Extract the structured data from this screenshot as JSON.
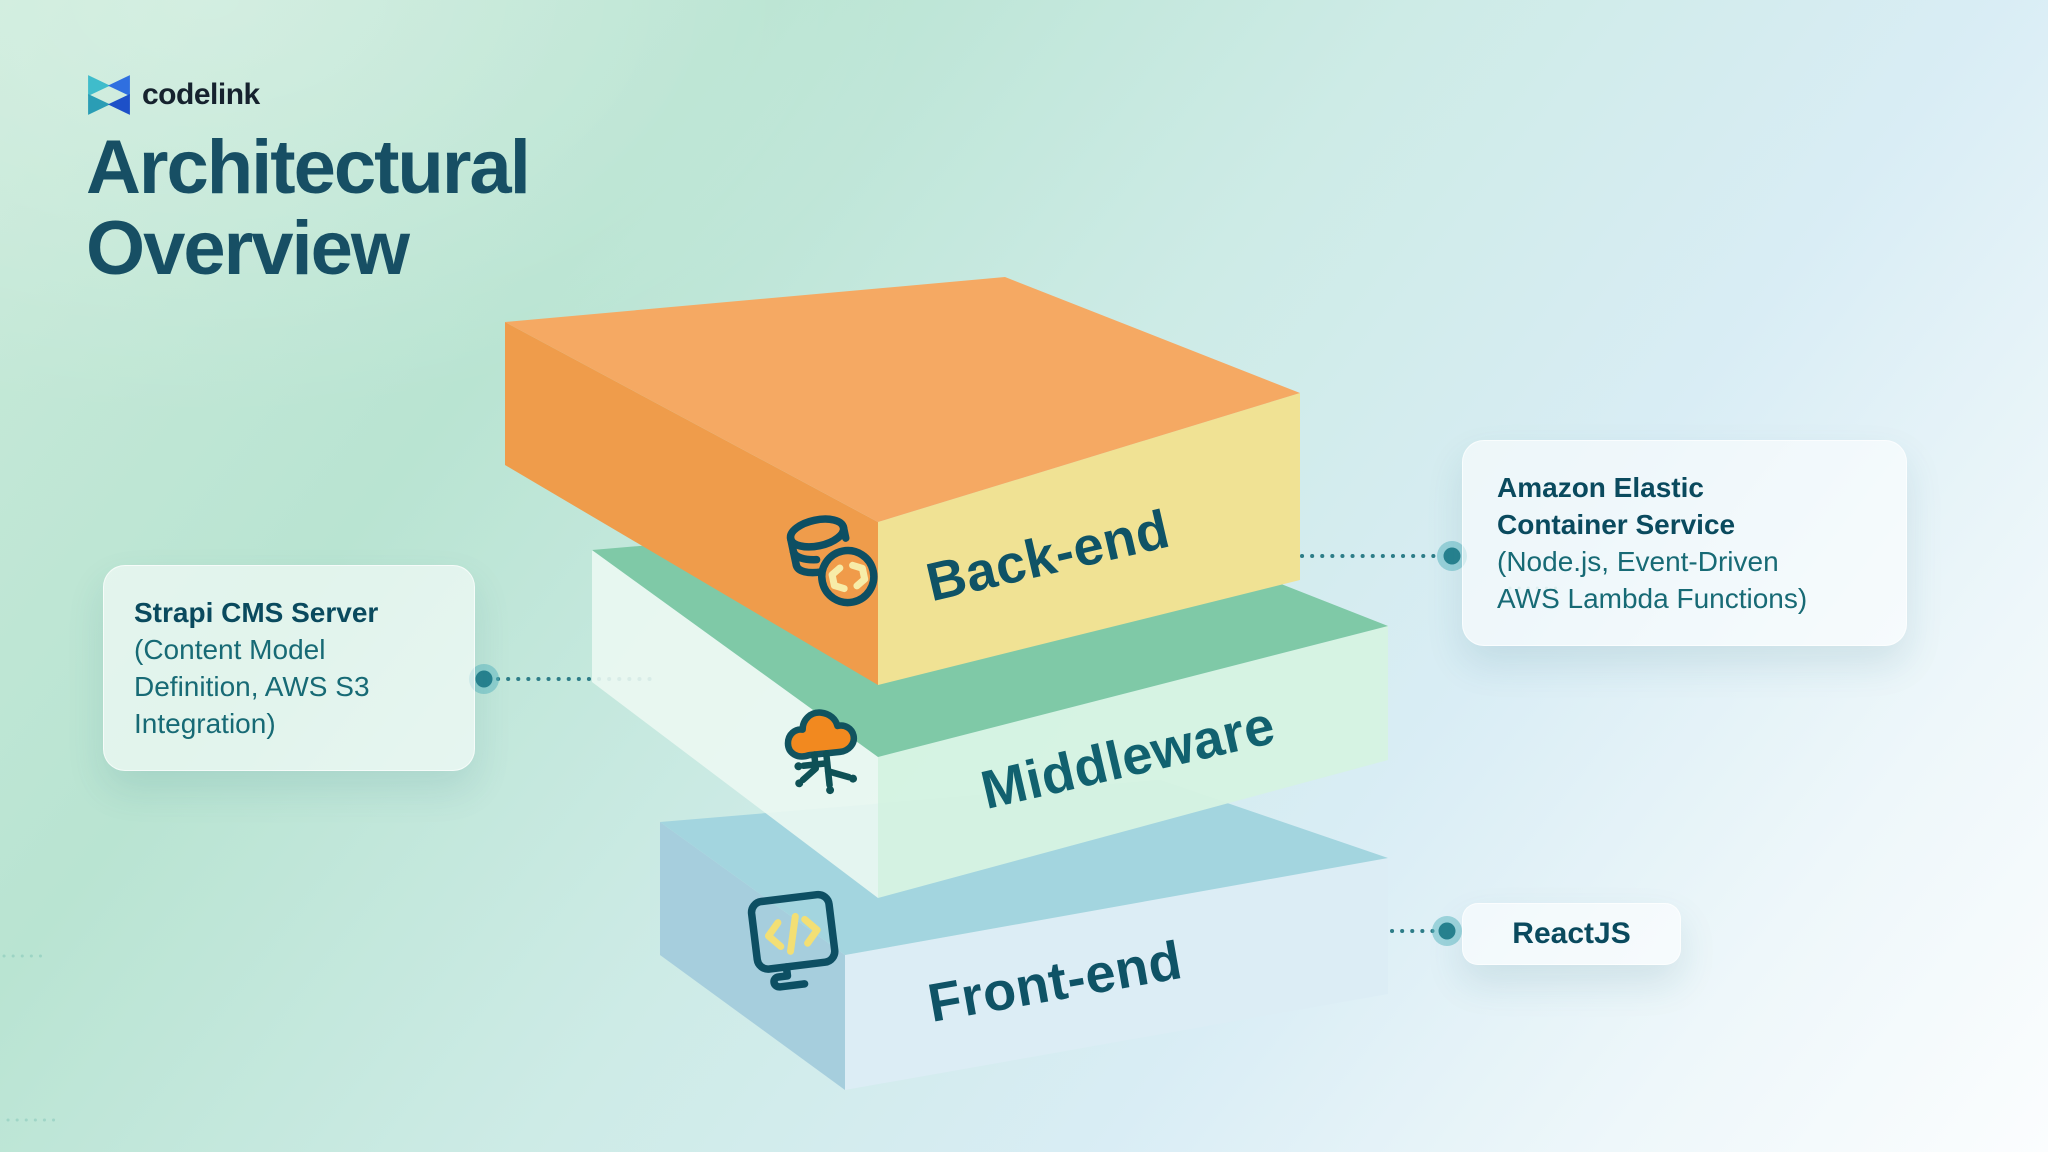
{
  "logo": {
    "brand": "codelink"
  },
  "header": {
    "title_line1": "Architectural",
    "title_line2": "Overview"
  },
  "stack": {
    "layers": [
      {
        "id": "backend",
        "label": "Back-end",
        "icon": "database-code-icon",
        "colors": {
          "top": "#f5a963",
          "side": "#ef9c4b",
          "front": "#f0e294",
          "label": "#0f5366"
        }
      },
      {
        "id": "middleware",
        "label": "Middleware",
        "icon": "cloud-network-icon",
        "colors": {
          "top": "#7fc9a7",
          "side": "#ebf8f2",
          "front": "#d5f2e2",
          "label": "#11616f"
        }
      },
      {
        "id": "frontend",
        "label": "Front-end",
        "icon": "monitor-code-icon",
        "colors": {
          "top": "#a3d5df",
          "side": "#a6cedd",
          "front": "#dcedf5",
          "label": "#0f5366"
        }
      }
    ]
  },
  "callouts": [
    {
      "id": "strapi",
      "title": "Strapi CMS Server",
      "body": "(Content Model Definition, AWS S3 Integration)",
      "connects_to": "Middleware"
    },
    {
      "id": "ecs",
      "title": "Amazon Elastic Container Service",
      "body": "(Node.js, Event-Driven AWS Lambda Functions)",
      "connects_to": "Back-end"
    },
    {
      "id": "reactjs",
      "title": "ReactJS",
      "body": "",
      "connects_to": "Front-end"
    }
  ],
  "connector": {
    "dot_color": "#27828f",
    "halo_color": "#57b6c0",
    "line_color": "#2d7d88"
  }
}
